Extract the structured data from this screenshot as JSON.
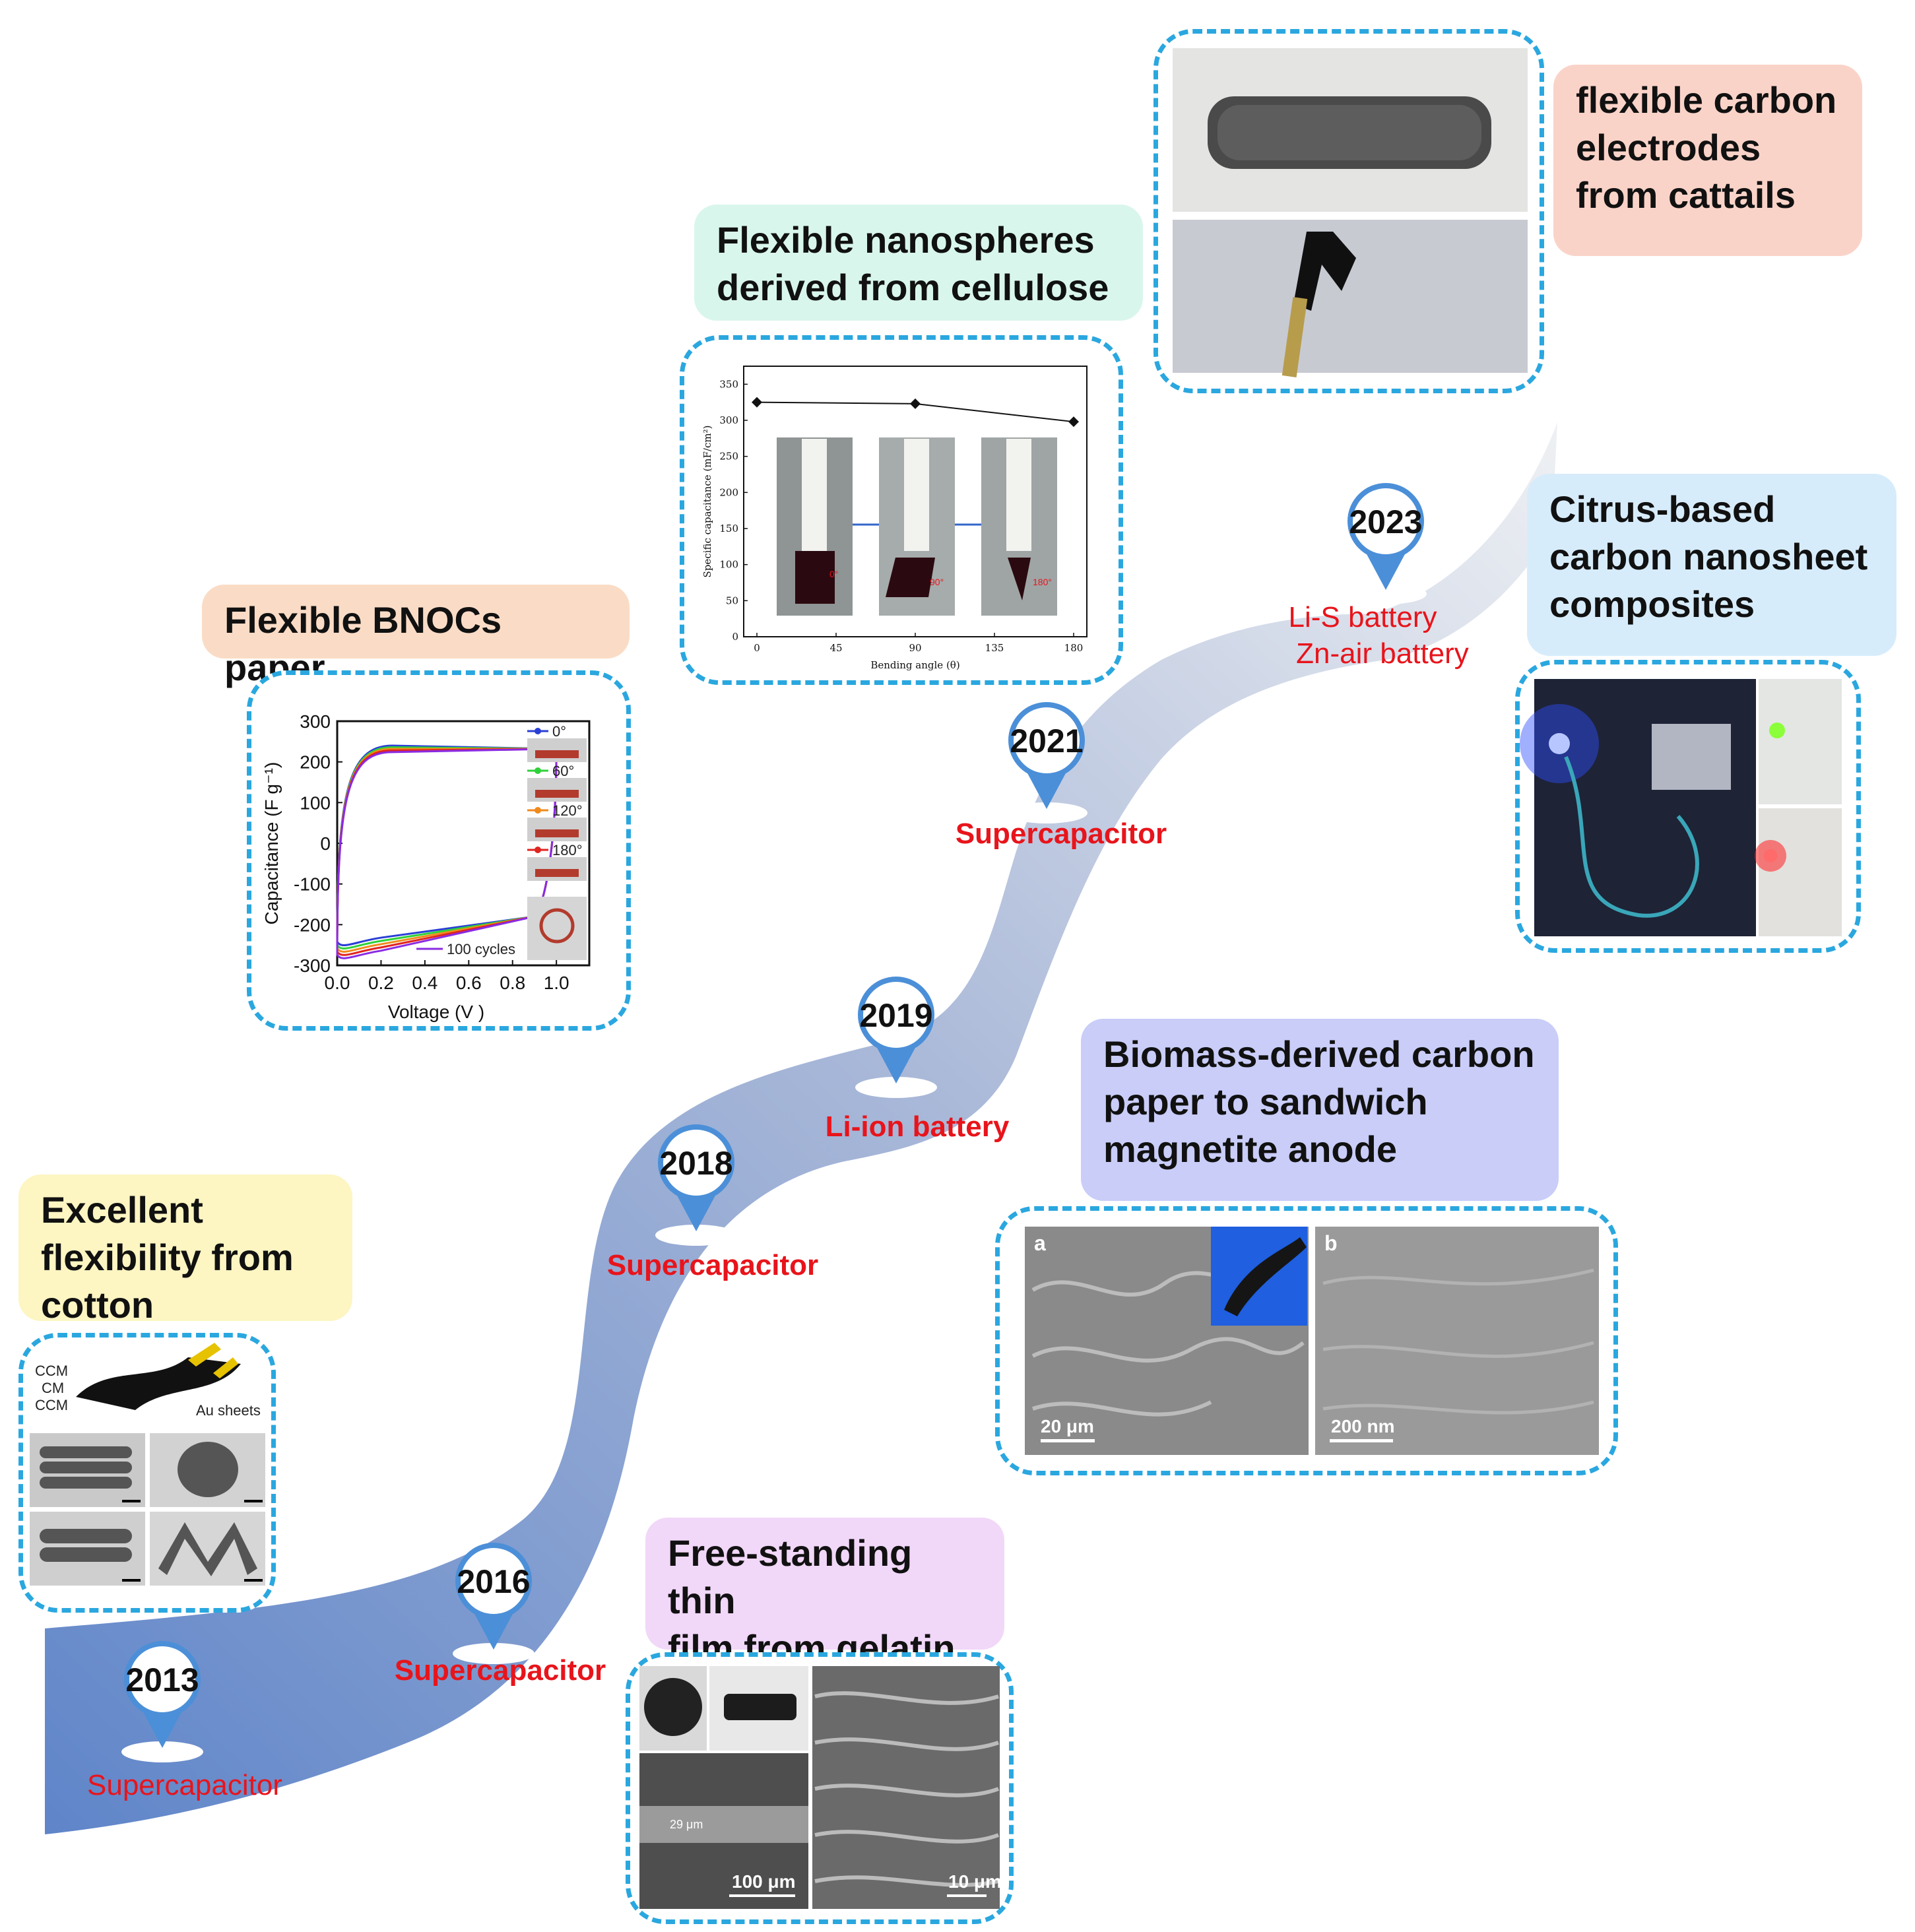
{
  "colors": {
    "ribbon_start": "#5f85c9",
    "ribbon_end": "#eef0f3",
    "panel_border": "#2aa7df",
    "pin": "#4b8fd8",
    "app_text": "#e8141b"
  },
  "milestones": [
    {
      "year": "2013",
      "application": "Supercapacitor"
    },
    {
      "year": "2016",
      "application": "Supercapacitor"
    },
    {
      "year": "2018",
      "application": "Supercapacitor"
    },
    {
      "year": "2019",
      "application": "Li-ion battery"
    },
    {
      "year": "2021",
      "application": "Supercapacitor"
    },
    {
      "year": "2023",
      "application_line1": "Li-S battery",
      "application_line2": "Zn-air battery"
    }
  ],
  "boxes": {
    "cotton": {
      "title": "Excellent\nflexibility from\ncotton",
      "bg": "#fdf5c2"
    },
    "bnocs": {
      "title": "Flexible BNOCs paper",
      "bg": "#fadcc6"
    },
    "cellulose": {
      "title": "Flexible nanospheres\nderived from cellulose",
      "bg": "#d9f6ec"
    },
    "cattails": {
      "title": "flexible carbon\nelectrodes\nfrom cattails",
      "bg": "#fad3c8"
    },
    "citrus": {
      "title": "Citrus-based\ncarbon nanosheet\ncomposites",
      "bg": "#d7ecfb"
    },
    "biomass": {
      "title": "Biomass-derived carbon\npaper to sandwich\nmagnetite anode",
      "bg": "#c9cdf8"
    },
    "gelatin": {
      "title": "Free-standing thin\nfilm from gelatin",
      "bg": "#f1d7f8"
    }
  },
  "cotton_panel": {
    "labels": [
      "CCM",
      "CM",
      "CCM"
    ],
    "au_label": "Au sheets"
  },
  "cv_chart": {
    "ylabel": "Capacitance (F g⁻¹)",
    "xlabel": "Voltage (V )",
    "xticks": [
      "0.0",
      "0.2",
      "0.4",
      "0.6",
      "0.8",
      "1.0"
    ],
    "yticks": [
      "300",
      "200",
      "100",
      "0",
      "-100",
      "-200",
      "-300"
    ],
    "legend": [
      "0°",
      "60°",
      "120°",
      "180°",
      "100 cycles"
    ],
    "series_colors": [
      "#2a3fd6",
      "#2fd13a",
      "#f08a1a",
      "#e0241f",
      "#8a2be2"
    ]
  },
  "cellulose_chart": {
    "ylabel": "Specific capacitance (mF/cm²)",
    "xlabel": "Bending angle (θ)",
    "xticks": [
      "0",
      "45",
      "90",
      "135",
      "180"
    ],
    "yticks": [
      "350",
      "300",
      "250",
      "200",
      "150",
      "100",
      "50",
      "0"
    ],
    "x": [
      0,
      90,
      180
    ],
    "y": [
      325,
      323,
      298
    ],
    "angle_labels": [
      "0°",
      "90°",
      "180°"
    ]
  },
  "biomass_panel": {
    "label_a": "a",
    "label_b": "b",
    "scale_a": "20 μm",
    "scale_b": "200 nm"
  },
  "gelatin_panel": {
    "thickness": "29 μm",
    "scale_1": "100 μm",
    "scale_2": "10 μm"
  }
}
